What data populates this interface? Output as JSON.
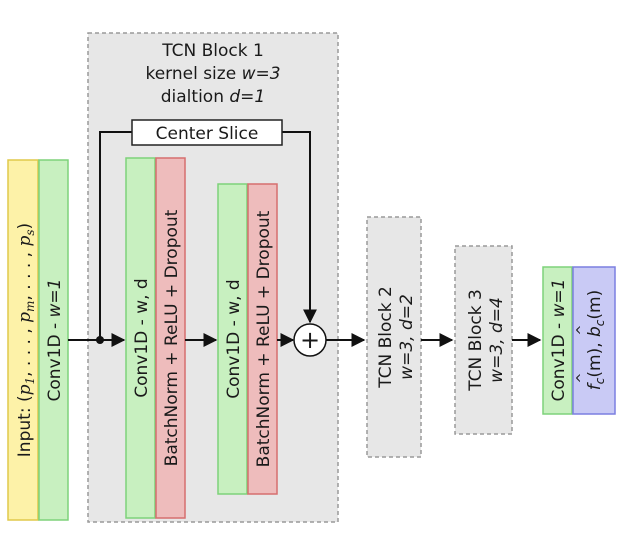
{
  "input": {
    "label_prefix": "Input: (",
    "p1": "p",
    "p1_sub": "1",
    "sep1": ", . . . , ",
    "pm": "p",
    "pm_sub": "m",
    "sep2": ", . . . , ",
    "ps": "p",
    "ps_sub": "s",
    "label_suffix": ")"
  },
  "conv_in": {
    "label": "Conv1D - ",
    "w_label": "w=1"
  },
  "block1": {
    "title": "TCN Block 1",
    "kernel_prefix": "kernel size ",
    "kernel_value": "w=3",
    "dilation_prefix": "dialtion ",
    "dilation_value": "d=1",
    "center_slice": "Center Slice",
    "conv_a": "Conv1D - w, d",
    "norm_a": "BatchNorm + ReLU + Dropout",
    "conv_b": "Conv1D - w, d",
    "norm_b": "BatchNorm + ReLU + Dropout",
    "sum_symbol": "+"
  },
  "block2": {
    "title": "TCN Block 2",
    "params": "w=3, d=2"
  },
  "block3": {
    "title": "TCN Block 3",
    "params": "w=3, d=4"
  },
  "conv_out": {
    "label": "Conv1D - ",
    "w_label": "w=1"
  },
  "output": {
    "f": "f",
    "f_arg": "(m), ",
    "b": "b",
    "b_arg": "(m)",
    "sub": "c",
    "hat": "^"
  },
  "colors": {
    "input_fill": "#fdf2a8",
    "input_stroke": "#e0c94a",
    "conv_fill": "#c8f0c0",
    "conv_stroke": "#7ed27a",
    "norm_fill": "#eebcbc",
    "norm_stroke": "#d66f6f",
    "block_fill": "#e7e7e7",
    "block_stroke": "#9a9a9a",
    "output_fill": "#c9caf5",
    "output_stroke": "#7b7fe0"
  }
}
